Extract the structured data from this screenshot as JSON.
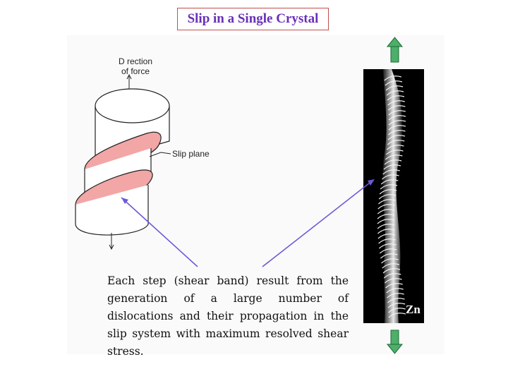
{
  "title": "Slip in a Single Crystal",
  "labels": {
    "force_line1": "D rection",
    "force_line2": "of force",
    "slip_plane": "Slip plane",
    "zn": "Zn"
  },
  "caption": "Each step (shear band) result from the generation of a large number of dislocations and their propagation in the slip system with maximum resolved shear stress.",
  "colors": {
    "title_text": "#6a2fb8",
    "title_border": "#c0504d",
    "slip_plane_fill": "#f2a6a6",
    "pointer_arrows": "#6b5ad8",
    "stress_arrows": "#4caf6a"
  }
}
